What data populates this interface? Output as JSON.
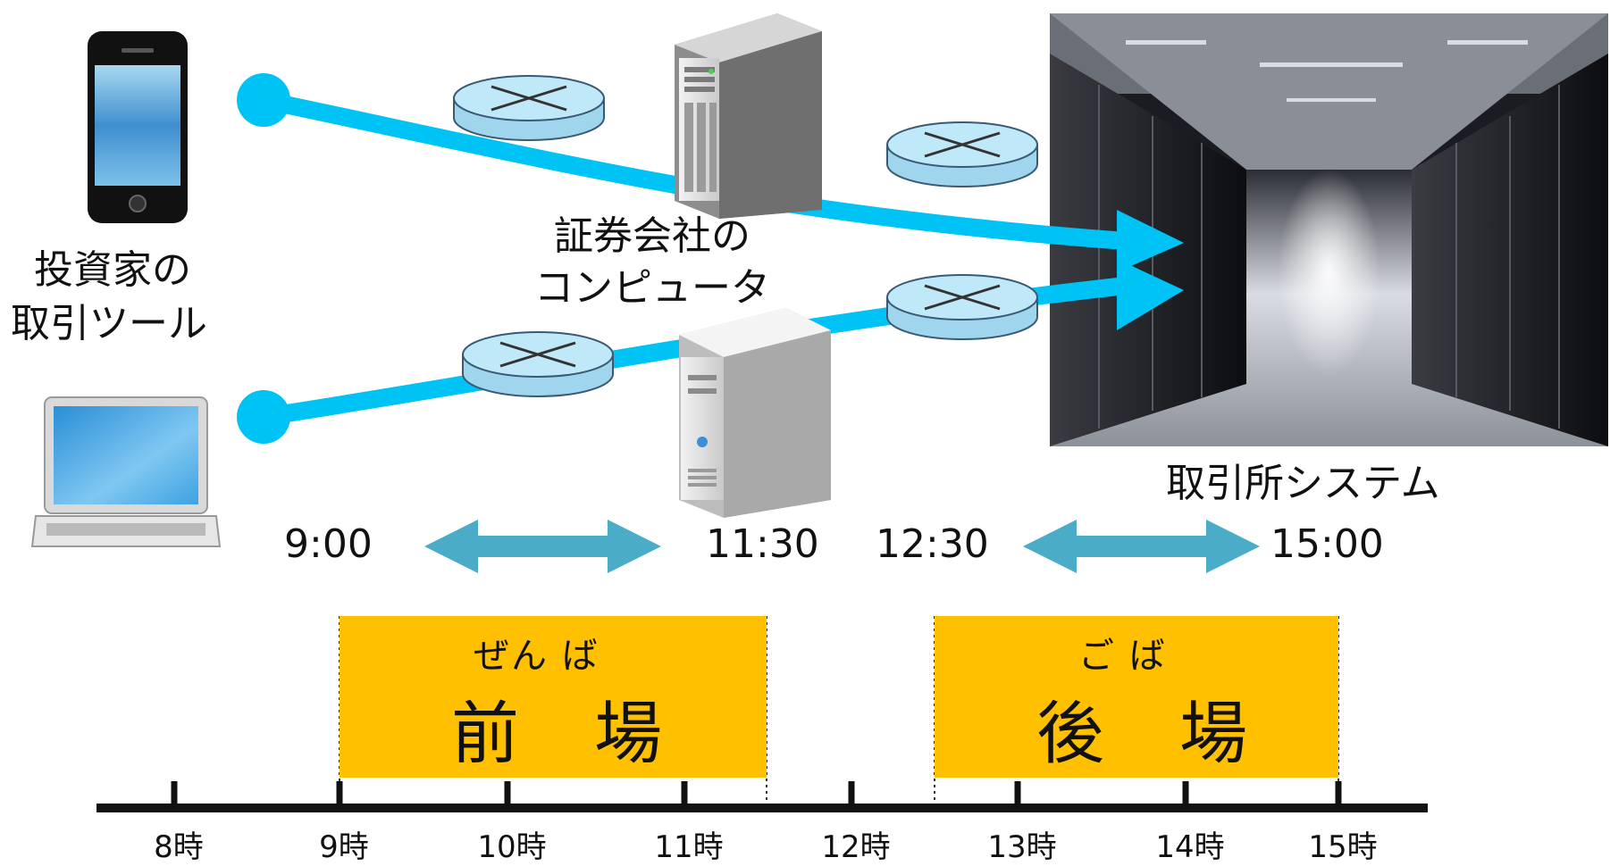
{
  "labels": {
    "investor_tool": [
      "投資家の",
      "取引ツール"
    ],
    "broker_computer": [
      "証券会社の",
      "コンピュータ"
    ],
    "exchange_system": "取引所システム"
  },
  "times": {
    "morning_open": "9:00",
    "morning_close": "11:30",
    "afternoon_open": "12:30",
    "afternoon_close": "15:00"
  },
  "sessions": {
    "morning": {
      "reading": "ぜん ば",
      "name": "前 場"
    },
    "afternoon": {
      "reading": "ご ば",
      "name": "後 場"
    }
  },
  "timeline": {
    "hours": [
      "8時",
      "9時",
      "10時",
      "11時",
      "12時",
      "13時",
      "14時",
      "15時"
    ]
  },
  "colors": {
    "network_line": "#00c3f5",
    "time_arrow": "#4aacc6",
    "session_fill": "#ffc000",
    "router": "#b8e6f7"
  },
  "icons": [
    "smartphone-icon",
    "laptop-icon",
    "router-icon",
    "server-tower-icon",
    "server-desktop-icon",
    "datacenter-image"
  ]
}
